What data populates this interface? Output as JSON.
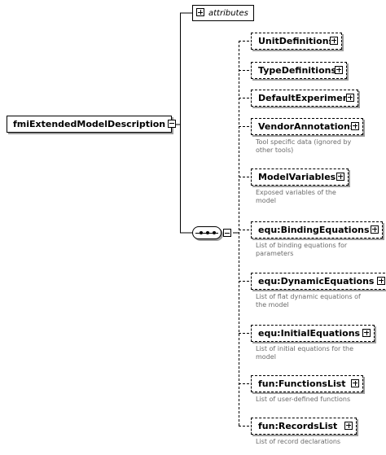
{
  "root": {
    "label": "fmiExtendedModelDescription"
  },
  "attributes": {
    "label": "attributes"
  },
  "sequence": {
    "kind": "sequence"
  },
  "children": [
    {
      "label": "UnitDefinitions",
      "optional": true,
      "annotation": ""
    },
    {
      "label": "TypeDefinitions",
      "optional": true,
      "annotation": ""
    },
    {
      "label": "DefaultExperiment",
      "optional": true,
      "annotation": ""
    },
    {
      "label": "VendorAnnotations",
      "optional": true,
      "annotation_lines": [
        "Tool specific data (ignored by",
        "other tools)"
      ]
    },
    {
      "label": "ModelVariables",
      "optional": true,
      "annotation_lines": [
        "Exposed variables of the",
        "model"
      ]
    },
    {
      "label": "equ:BindingEquations",
      "optional": true,
      "annotation_lines": [
        "List of binding equations for",
        "parameters"
      ]
    },
    {
      "label": "equ:DynamicEquations",
      "optional": true,
      "annotation_lines": [
        "List of flat dynamic equations of",
        "the model"
      ]
    },
    {
      "label": "equ:InitialEquations",
      "optional": true,
      "annotation_lines": [
        "List of initial equations for the",
        "model"
      ]
    },
    {
      "label": "fun:FunctionsList",
      "optional": true,
      "annotation_lines": [
        "List of user-defined functions"
      ]
    },
    {
      "label": "fun:RecordsList",
      "optional": true,
      "annotation_lines": [
        "List of record declarations"
      ]
    }
  ]
}
